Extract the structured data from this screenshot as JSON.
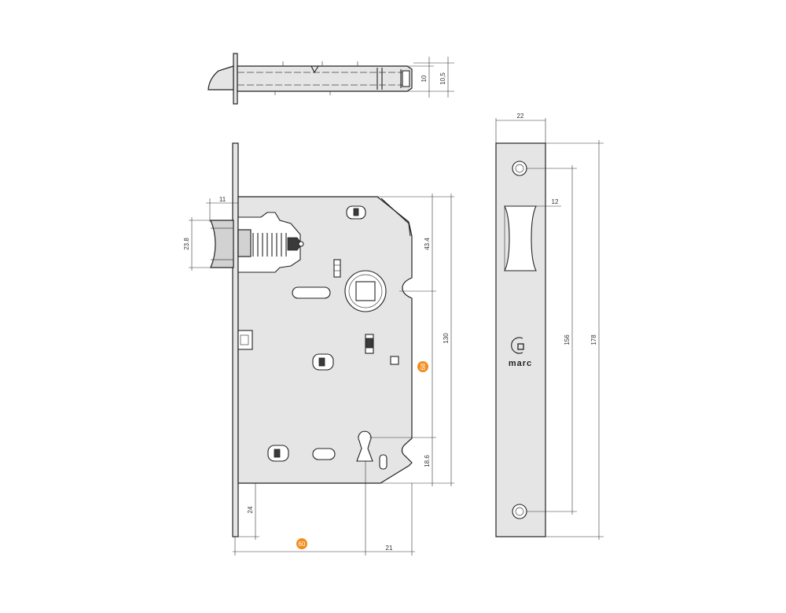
{
  "colors": {
    "background": "#ffffff",
    "body_fill": "#e5e5e5",
    "outline": "#222222",
    "highlight": "#f28c1c"
  },
  "dimensions": {
    "top_thickness": "10",
    "top_thickness_total": "10,5",
    "latch_projection": "11",
    "latch_height": "23.8",
    "upper_offset": "43.4",
    "handle_to_key": "130",
    "backset": "68",
    "key_offset": "18.6",
    "bottom_offset": "24",
    "case_width": "60",
    "key_to_edge": "21",
    "faceplate_width": "22",
    "faceplate_latch": "12",
    "screw_spacing": "156",
    "faceplate_length": "178"
  },
  "brand": {
    "logo_text": "marc",
    "logo_icon": "marc-logo-icon"
  }
}
